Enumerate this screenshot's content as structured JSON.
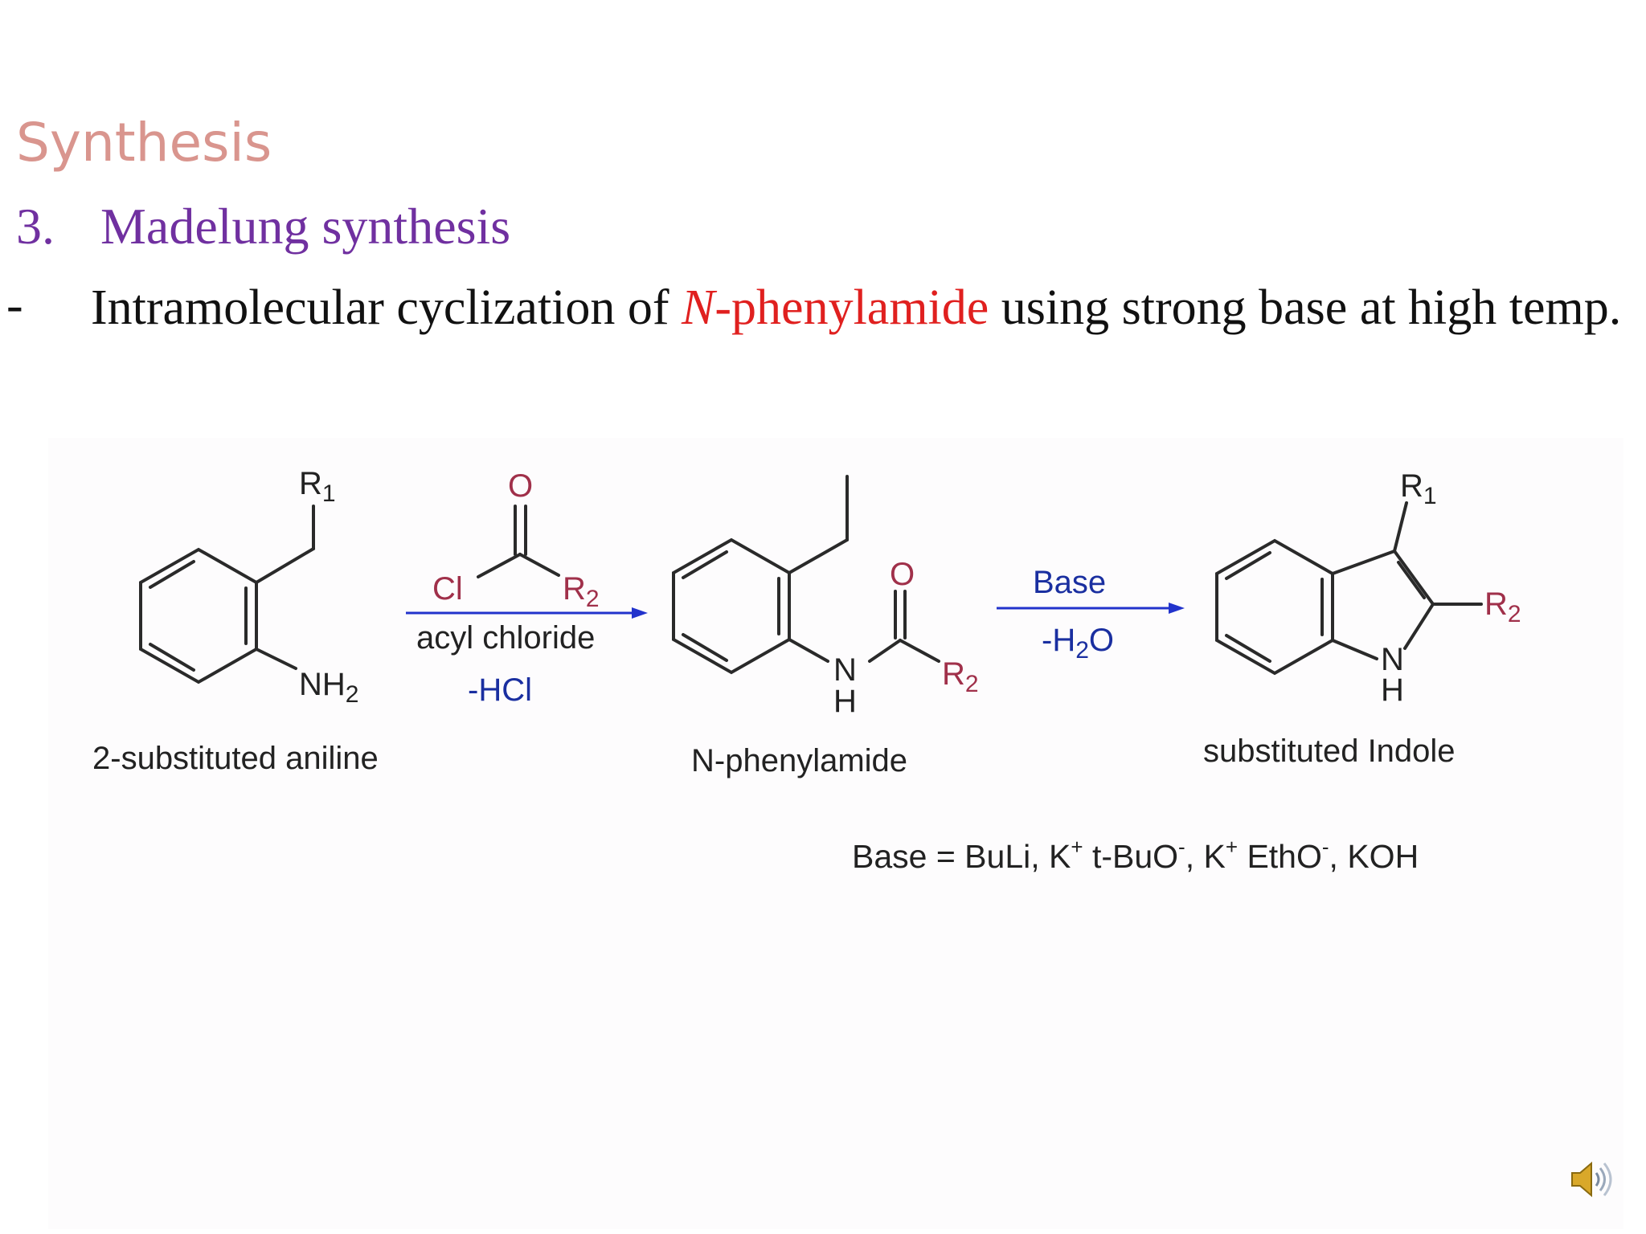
{
  "slide": {
    "title": "Synthesis",
    "section_number": "3.",
    "section_title": "Madelung synthesis",
    "bullet_marker": "-",
    "bullet_text_before": "Intramolecular cyclization of ",
    "bullet_highlight_italic": "N",
    "bullet_highlight_rest": "-phenylamide",
    "bullet_text_after": " using strong base at high temp."
  },
  "scheme": {
    "reactant": {
      "name": "2-substituted aniline",
      "substituent": "R",
      "substituent_sub": "1",
      "amine": "NH",
      "amine_sub": "2"
    },
    "reagent": {
      "carbonyl_O": "O",
      "chlorine": "Cl",
      "r_group": "R",
      "r_group_sub": "2",
      "name": "acyl chloride",
      "byproduct": "-HCl"
    },
    "intermediate": {
      "name": "N-phenylamide",
      "carbonyl_O": "O",
      "nitrogen": "N",
      "hydrogen": "H",
      "r_group": "R",
      "r_group_sub": "2"
    },
    "step2": {
      "reagent": "Base",
      "byproduct_prefix": "-H",
      "byproduct_sub": "2",
      "byproduct_suffix": "O"
    },
    "product": {
      "name": "substituted Indole",
      "r1": "R",
      "r1_sub": "1",
      "r2": "R",
      "r2_sub": "2",
      "nitrogen": "N",
      "hydrogen": "H"
    },
    "base_note": {
      "prefix": "Base = BuLi, K",
      "plus1": "+",
      "part2": " t-BuO",
      "minus1": "-",
      "part3": ", K",
      "plus2": "+",
      "part4": " EthO",
      "minus2": "-",
      "part5": ", KOH"
    }
  },
  "colors": {
    "title": "#d9958e",
    "section": "#7030a0",
    "highlight": "#e0201f",
    "reagent_blue": "#1a2fa0",
    "r_group_red": "#a0304a",
    "arrow": "#2233cc"
  },
  "icons": {
    "speaker": "speaker-icon"
  }
}
